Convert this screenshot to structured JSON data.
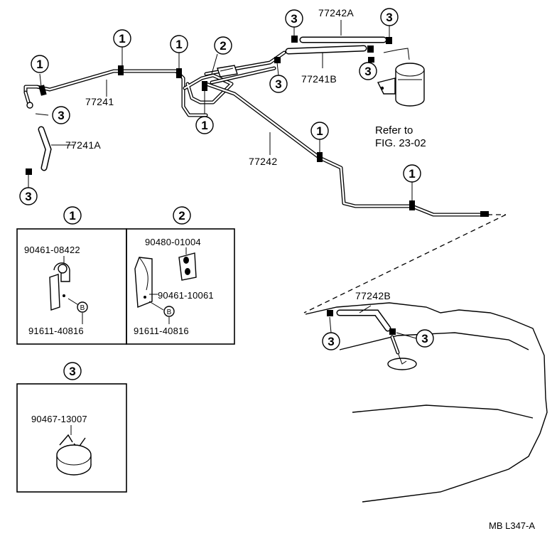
{
  "labels": {
    "p77242A": "77242A",
    "p77241B": "77241B",
    "p77241": "77241",
    "p77241A": "77241A",
    "p77242": "77242",
    "p77242B": "77242B",
    "refer_line1": "Refer to",
    "refer_line2": "FIG. 23-02",
    "code": "MB L347-A"
  },
  "callouts": {
    "c1": "1",
    "c2": "2",
    "c3": "3",
    "bolt": "B"
  },
  "detail1": {
    "part_a": "90461-08422",
    "part_b": "91611-40816"
  },
  "detail2": {
    "part_a": "90480-01004",
    "part_b": "90461-10061",
    "part_c": "91611-40816"
  },
  "detail3": {
    "part_a": "90467-13007"
  }
}
